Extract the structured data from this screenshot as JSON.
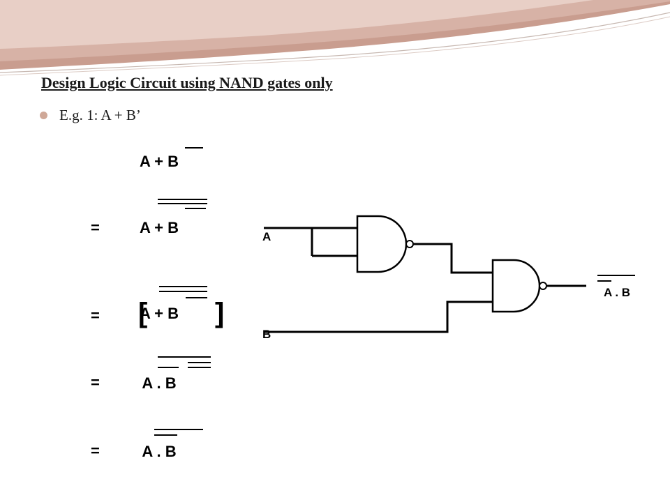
{
  "slide": {
    "title": "Design Logic Circuit using NAND gates only",
    "bullet": "E.g. 1: A + B’",
    "colors": {
      "wave_dark": "#c99d8f",
      "wave_light": "#e8cfc6",
      "bullet": "#cfa898"
    }
  },
  "derivation": {
    "equals_sign": "=",
    "steps": [
      {
        "expression": "A + B",
        "equals": false,
        "brackets": false
      },
      {
        "expression": "A + B",
        "equals": true,
        "brackets": false
      },
      {
        "expression": "A + B",
        "equals": true,
        "brackets": true,
        "open_bracket": "[",
        "close_bracket": "]"
      },
      {
        "expression": "A . B",
        "equals": true,
        "brackets": false
      },
      {
        "expression": "A . B",
        "equals": true,
        "brackets": false
      }
    ]
  },
  "circuit": {
    "input_a": "A",
    "input_b": "B",
    "output": "A . B"
  }
}
